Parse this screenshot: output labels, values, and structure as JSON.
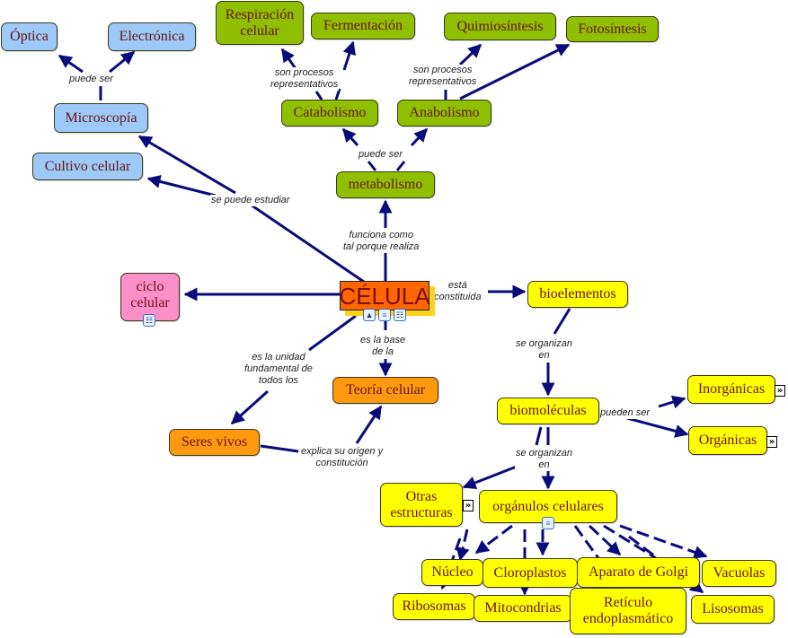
{
  "colors": {
    "line": "#0a0a7a",
    "blue_node": "#9cc9f7",
    "green_node": "#8fbf00",
    "yellow_node": "#ffff00",
    "orange_node": "#ff9a10",
    "pink_node": "#fb8fc8",
    "main_node": "#ff6600",
    "text": "#6b1414"
  },
  "concepts": {
    "celula": "CÉLULA",
    "optica": "Óptica",
    "electronica": "Electrónica",
    "microscopia": "Microscopía",
    "cultivo": "Cultivo celular",
    "respiracion_1": "Respiración",
    "respiracion_2": "celular",
    "fermentacion": "Fermentación",
    "quimiosintesis": "Quimiosíntesis",
    "fotosintesis": "Fotosíntesis",
    "catabolismo": "Catabolismo",
    "anabolismo": "Anabolismo",
    "metabolismo": "metabolismo",
    "ciclo_1": "ciclo",
    "ciclo_2": "celular",
    "bioelementos": "bioelementos",
    "biomoleculas": "biomoléculas",
    "inorganicas": "Inorgánicas",
    "organicas": "Orgánicas",
    "teoria": "Teoría celular",
    "seres_vivos": "Seres vivos",
    "otras_1": "Otras",
    "otras_2": "estructuras",
    "organulos": "orgánulos celulares",
    "nucleo": "Núcleo",
    "cloroplastos": "Cloroplastos",
    "golgi": "Aparato de Golgi",
    "vacuolas": "Vacuolas",
    "ribosomas": "Ribosomas",
    "mitocondrias": "Mitocondrias",
    "reticulo_1": "Retículo",
    "reticulo_2": "endoplasmático",
    "lisosomas": "Lisosomas"
  },
  "linking_phrases": {
    "puede_ser_micro": "puede ser",
    "se_puede_estudiar": "se puede estudiar",
    "son_procesos_cat_1": "son procesos",
    "son_procesos_cat_2": "representativos",
    "son_procesos_ana_1": "son procesos",
    "son_procesos_ana_2": "representativos",
    "puede_ser_meta": "puede ser",
    "funciona_1": "funciona como",
    "funciona_2": "tal porque realiza",
    "esta_1": "está",
    "esta_2": "constituida",
    "organizan_bio_1": "se organizan",
    "organizan_bio_2": "en",
    "base_1": "es la base",
    "base_2": "de la",
    "unidad_1": "es la unidad",
    "unidad_2": "fundamental de",
    "unidad_3": "todos los",
    "explica_1": "explica su origen y",
    "explica_2": "constitución",
    "pueden_ser": "pueden ser",
    "organizan_mol_1": "se organizan",
    "organizan_mol_2": "en"
  },
  "resource_icons": {
    "image": "image-resource-icon",
    "document": "document-resource-icon",
    "submap": "concept-map-resource-icon",
    "expand": "»"
  }
}
